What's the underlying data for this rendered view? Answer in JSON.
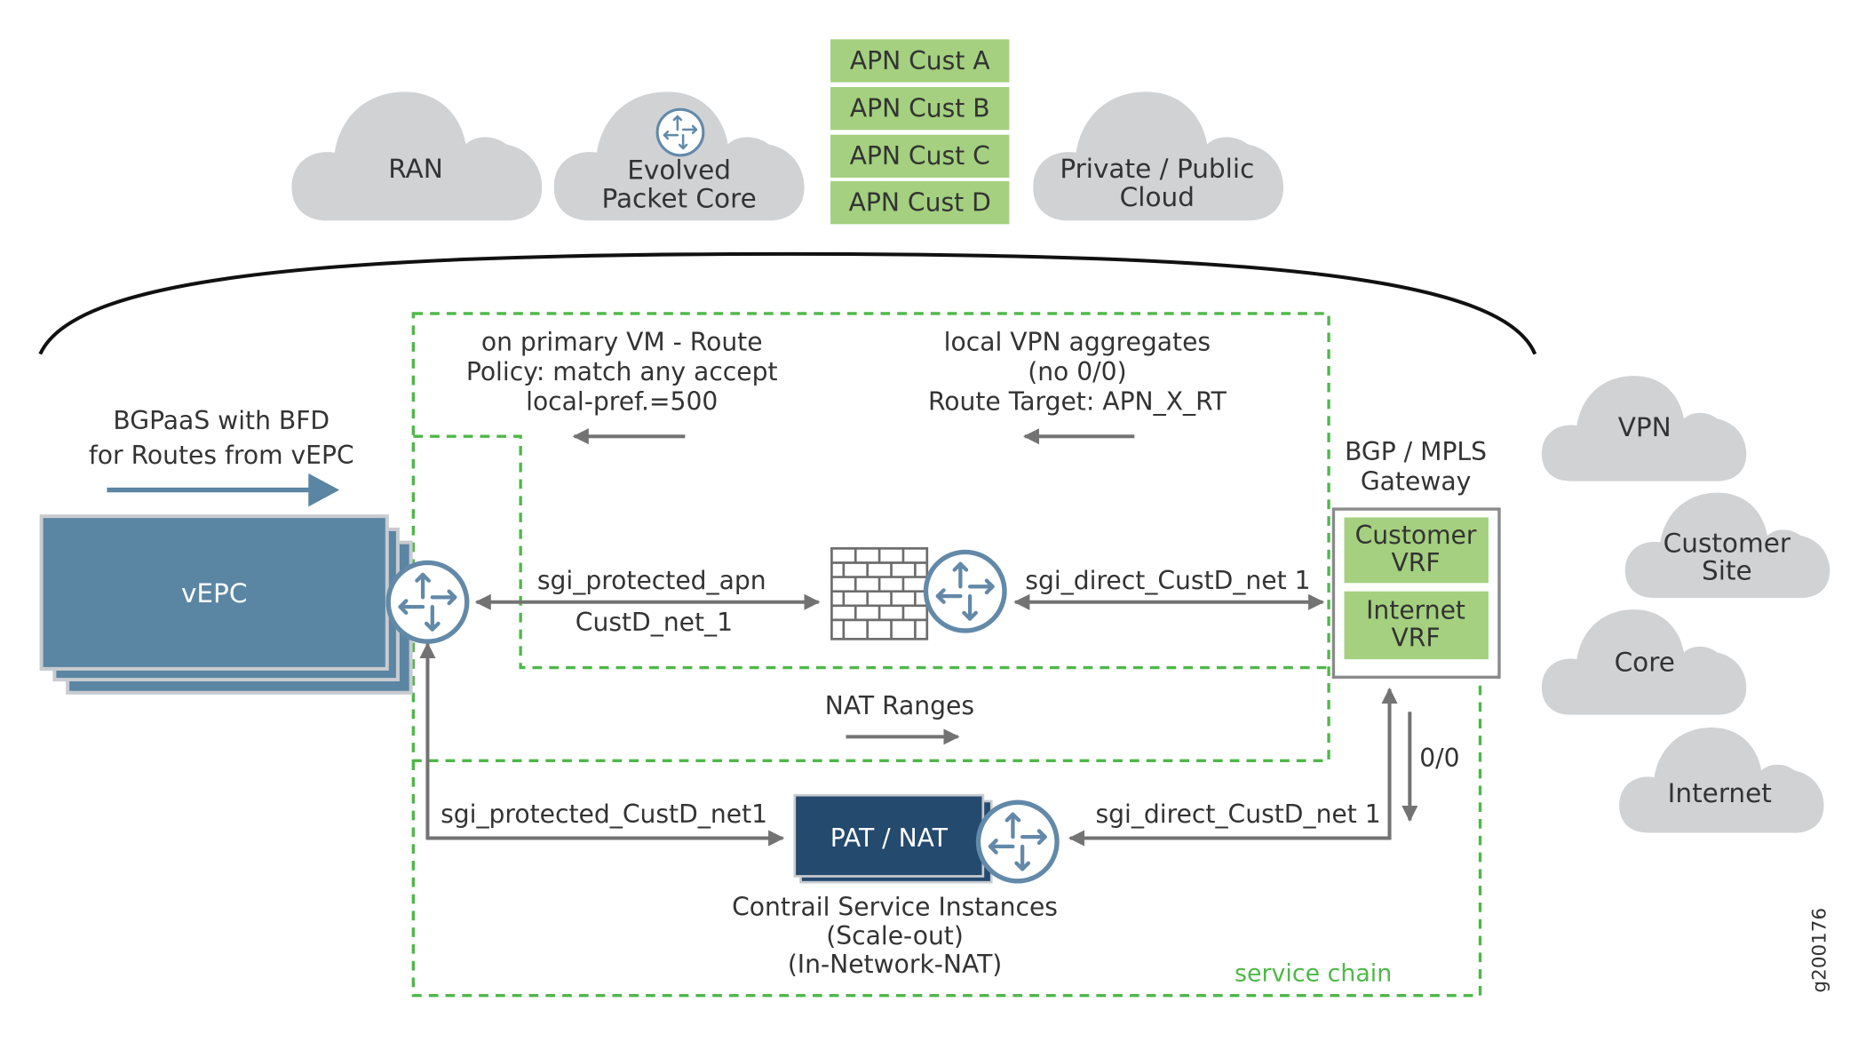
{
  "colors": {
    "cloud": "#d1d2d4",
    "apn_box": "#a4d07f",
    "dashed_green": "#4eb848",
    "vepc": "#5a85a3",
    "vepc_stroke": "#c8cbcf",
    "pat": "#244a6e",
    "router_stroke": "#6389a8",
    "arrow": "#737373",
    "blue_arrow": "#5a85a3",
    "gateway_border": "#8a8a8a",
    "text": "#333333",
    "service_chain_text": "#4eb848"
  },
  "top_clouds": {
    "ran": "RAN",
    "epc_line1": "Evolved",
    "epc_line2": "Packet Core",
    "cloud_line1": "Private / Public",
    "cloud_line2": "Cloud"
  },
  "apn_list": [
    "APN Cust A",
    "APN Cust B",
    "APN Cust C",
    "APN Cust D"
  ],
  "right_clouds": {
    "vpn": "VPN",
    "site_line1": "Customer",
    "site_line2": "Site",
    "core": "Core",
    "internet": "Internet"
  },
  "route_policy": [
    "on primary VM - Route",
    "Policy: match any accept",
    "local-pref.=500"
  ],
  "vpn_aggregates": [
    "local VPN aggregates",
    "(no 0/0)",
    "Route Target: APN_X_RT"
  ],
  "bgpaas": [
    "BGPaaS with BFD",
    "for Routes from vEPC"
  ],
  "gateway": {
    "title_line1": "BGP / MPLS",
    "title_line2": "Gateway",
    "customer_vrf_line1": "Customer",
    "customer_vrf_line2": "VRF",
    "internet_vrf_line1": "Internet",
    "internet_vrf_line2": "VRF"
  },
  "vepc_label": "vEPC",
  "links": {
    "sgi_protected_apn": "sgi_protected_apn",
    "custd_net_1": "CustD_net_1",
    "sgi_direct_top": "sgi_direct_CustD_net 1",
    "nat_ranges": "NAT Ranges",
    "default_route": "0/0",
    "sgi_protected_custd": "sgi_protected_CustD_net1",
    "sgi_direct_bottom": "sgi_direct_CustD_net 1"
  },
  "pat_nat": "PAT / NAT",
  "contrail": [
    "Contrail Service Instances",
    "(Scale-out)",
    "(In-Network-NAT)"
  ],
  "service_chain": "service chain",
  "figure_id": "g200176"
}
